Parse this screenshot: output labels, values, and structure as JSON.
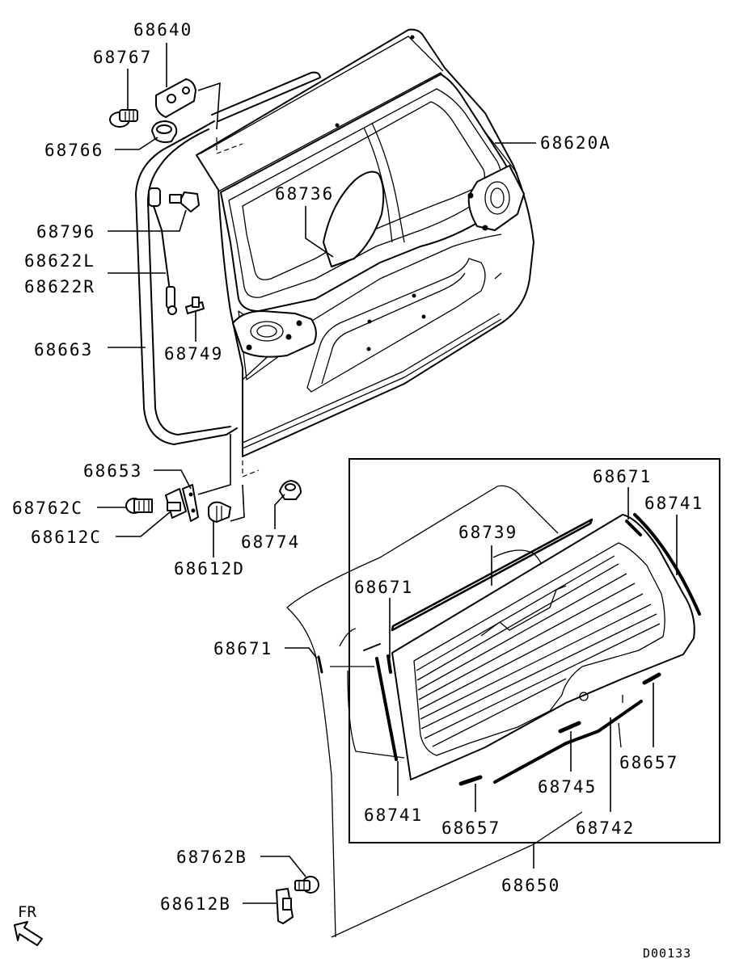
{
  "labels": {
    "p68640": "68640",
    "p68767": "68767",
    "p68766": "68766",
    "p68620A": "68620A",
    "p68736": "68736",
    "p68796": "68796",
    "p68622L": "68622L",
    "p68622R": "68622R",
    "p68663": "68663",
    "p68749": "68749",
    "p68653": "68653",
    "p68762C": "68762C",
    "p68612C": "68612C",
    "p68612D": "68612D",
    "p68774": "68774",
    "p68671_a": "68671",
    "p68741_a": "68741",
    "p68739": "68739",
    "p68671_b": "68671",
    "p68671_c": "68671",
    "p68741_b": "68741",
    "p68657_a": "68657",
    "p68745": "68745",
    "p68742": "68742",
    "p68657_b": "68657",
    "p68650": "68650",
    "p68762B": "68762B",
    "p68612B": "68612B"
  },
  "direction": "FR",
  "drawing_code": "D00133"
}
